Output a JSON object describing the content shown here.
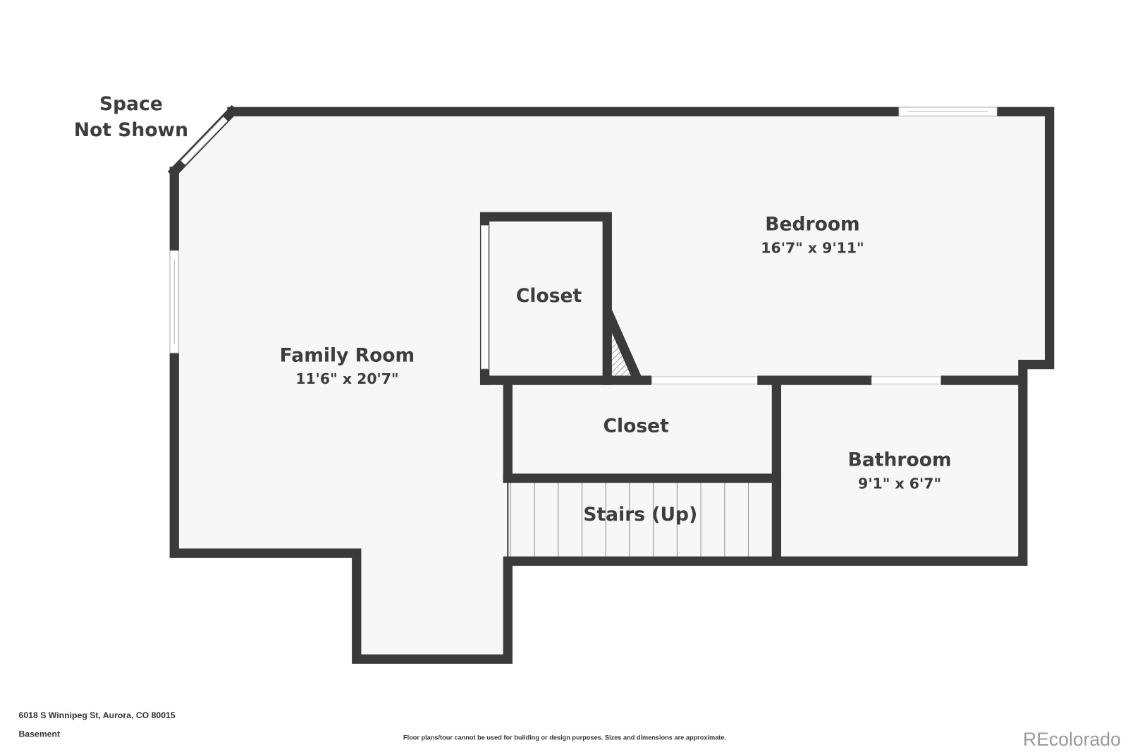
{
  "colors": {
    "wall": "#3a3a3a",
    "floor": "#f7f7f7",
    "logo": "#9a9a9a"
  },
  "plan": {
    "space_not_shown": [
      "Space",
      "Not Shown"
    ],
    "rooms": [
      {
        "name": "Family Room",
        "dims": "11'6\" x 20'7\""
      },
      {
        "name": "Bedroom",
        "dims": "16'7\" x 9'11\""
      },
      {
        "name": "Closet"
      },
      {
        "name": "Closet"
      },
      {
        "name": "Bathroom",
        "dims": "9'1\" x 6'7\""
      },
      {
        "name": "Stairs (Up)"
      }
    ]
  },
  "footer": {
    "address": "6018 S Winnipeg St, Aurora, CO 80015",
    "level": "Basement",
    "disclaimer": "Floor plans/tour cannot be used for building or design purposes. Sizes and dimensions are approximate.",
    "logo": "REcolorado"
  }
}
